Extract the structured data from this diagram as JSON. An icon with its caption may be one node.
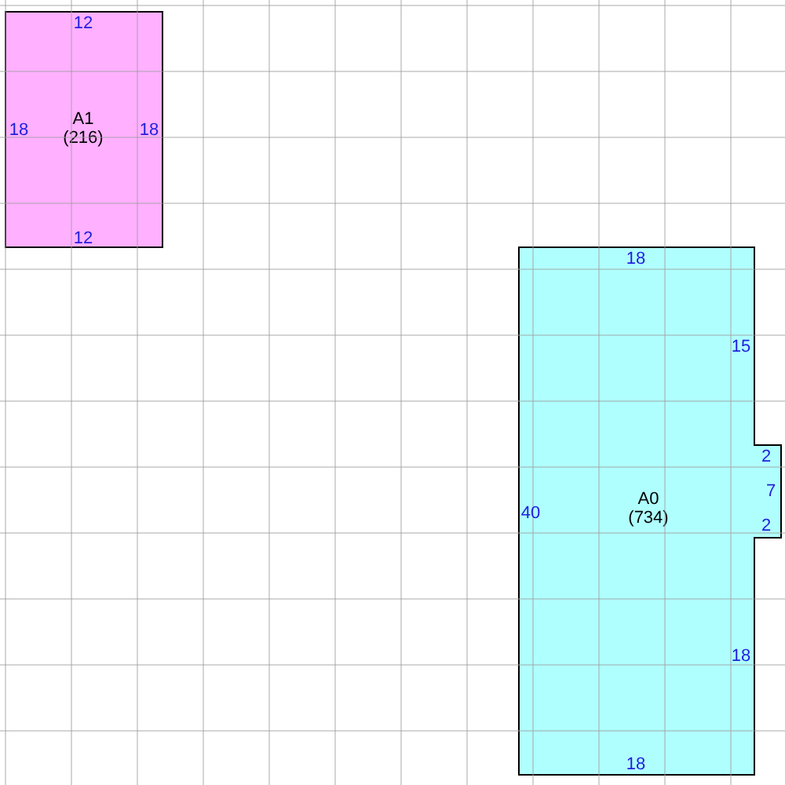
{
  "diagram": {
    "nodes": [
      {
        "text": [
          "A1",
          "(216)"
        ]
      },
      {
        "text": [
          "A0",
          "(734)"
        ]
      }
    ],
    "labels": [
      "12",
      "18",
      "18",
      "12",
      "18",
      "15",
      "2",
      "7",
      "2",
      "40",
      "18",
      "18"
    ]
  }
}
